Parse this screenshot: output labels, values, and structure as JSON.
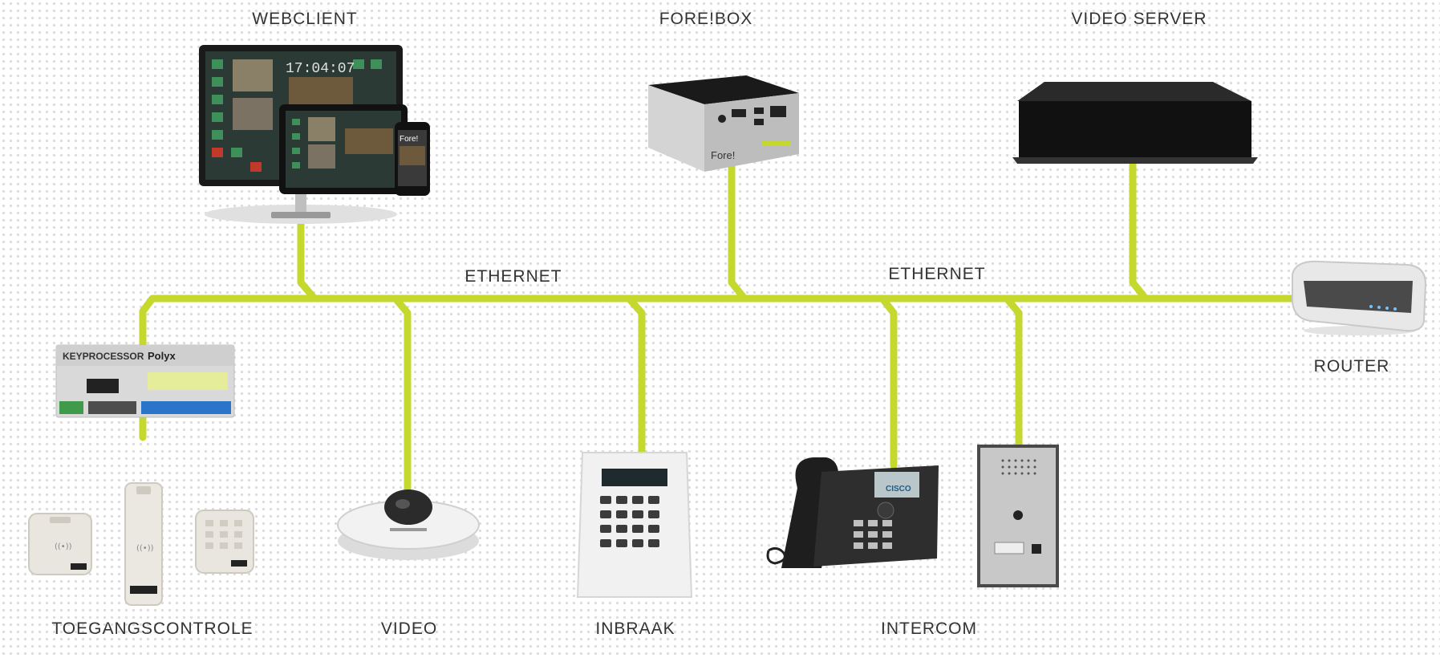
{
  "labels": {
    "webclient": "WEBCLIENT",
    "forebox": "FORE!BOX",
    "video_server": "VIDEO SERVER",
    "ethernet_left": "ETHERNET",
    "ethernet_right": "ETHERNET",
    "router": "ROUTER",
    "access_control": "TOEGANGSCONTROLE",
    "video": "VIDEO",
    "intrusion": "INBRAAK",
    "intercom": "INTERCOM"
  },
  "devices": {
    "webclient_clock": "17:04:07",
    "controller_brand": "KEYPROCESSOR",
    "controller_model": "Polyx",
    "forebox_brand": "Fore!",
    "phone_brand": "CISCO"
  },
  "colors": {
    "cable": "#c5d82d",
    "device_dark": "#1a1a1a"
  }
}
